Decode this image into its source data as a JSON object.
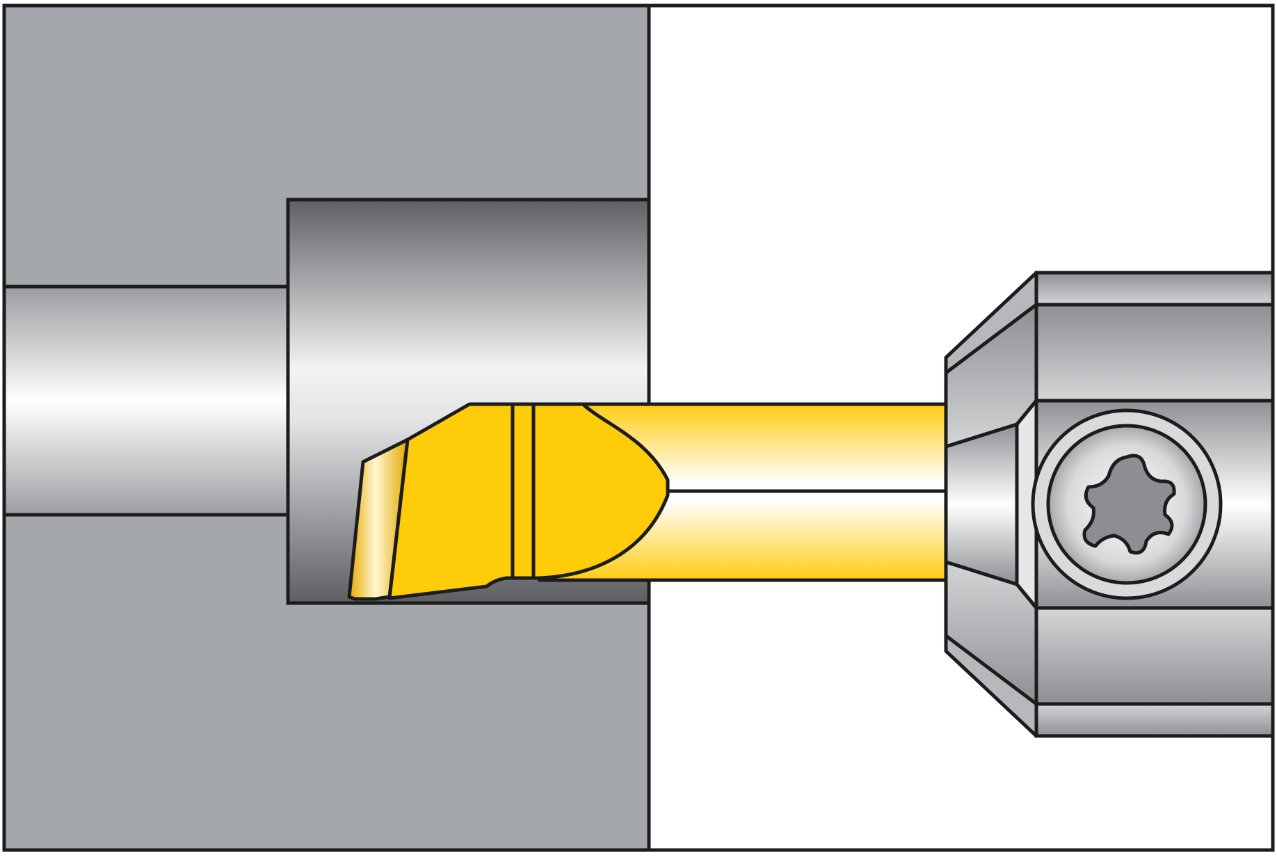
{
  "diagram": {
    "kind": "boring-bar-in-bore-cross-section",
    "components": [
      {
        "name": "workpiece",
        "color": "#a4a7ab"
      },
      {
        "name": "pilot-shaft",
        "color": "#c4c6c9"
      },
      {
        "name": "counterbore",
        "color": "#8a8c90"
      },
      {
        "name": "boring-bar",
        "color": "#ffcc0a"
      },
      {
        "name": "cutting-insert",
        "color": "#f2c43c"
      },
      {
        "name": "tool-holder",
        "color": "#a3a5a8"
      },
      {
        "name": "clamp-screw",
        "icon": "torx-screw-icon"
      }
    ],
    "colors": {
      "outline": "#1c1c1c",
      "background": "#ffffff",
      "workpiece": "#a4a7ab",
      "carbide": "#ffcc0a"
    }
  }
}
